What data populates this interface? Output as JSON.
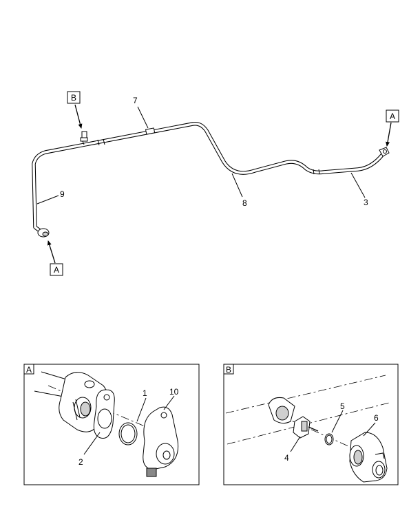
{
  "callouts": {
    "c1": "1",
    "c2": "2",
    "c3": "3",
    "c4": "4",
    "c5": "5",
    "c6": "6",
    "c7": "7",
    "c8": "8",
    "c9": "9",
    "c10": "10"
  },
  "refs": {
    "a_top_right": "A",
    "a_bottom_left": "A",
    "b_top_left": "B",
    "detail_a_tag": "A",
    "detail_b_tag": "B"
  }
}
